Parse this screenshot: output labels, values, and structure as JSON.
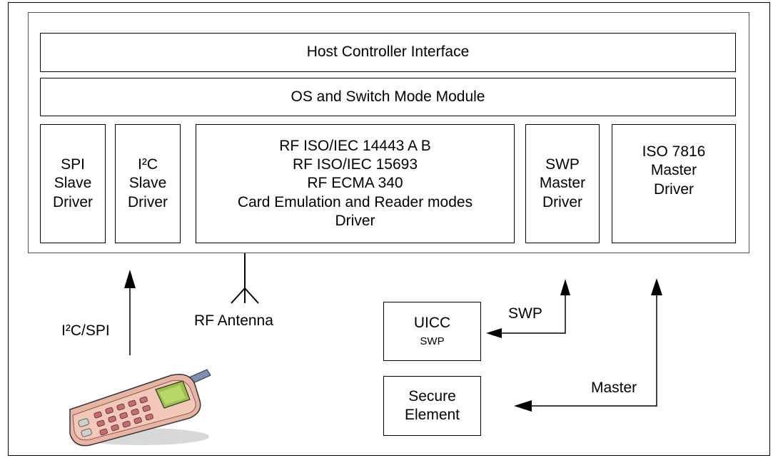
{
  "host_controller_interface": "Host Controller Interface",
  "os_switch_module": "OS and Switch Mode Module",
  "drivers": {
    "spi": [
      "SPI",
      "Slave",
      "Driver"
    ],
    "i2c": [
      "I²C",
      "Slave",
      "Driver"
    ],
    "rf": [
      "RF ISO/IEC 14443 A B",
      "RF ISO/IEC 15693",
      "RF ECMA 340",
      "Card Emulation and Reader modes",
      "Driver"
    ],
    "swp": [
      "SWP",
      "Master",
      "Driver"
    ],
    "iso7816": [
      "ISO 7816",
      "Master",
      "Driver"
    ]
  },
  "labels": {
    "i2c_spi": "I²C/SPI",
    "rf_antenna": "RF Antenna",
    "swp": "SWP",
    "master": "Master"
  },
  "uicc": {
    "title": "UICC",
    "subtitle": "SWP"
  },
  "secure_element": [
    "Secure",
    "Element"
  ],
  "icons": {
    "phone": "mobile-phone-icon",
    "antenna": "antenna-icon"
  }
}
